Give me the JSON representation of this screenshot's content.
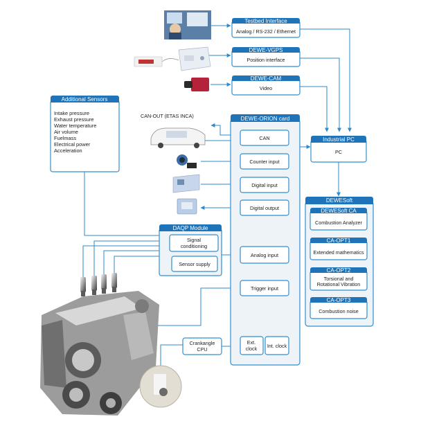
{
  "colors": {
    "accent": "#1f73b8",
    "line": "#2e8bc9",
    "panel": "#eef3f8"
  },
  "testbed": {
    "title": "Testbed Interface",
    "body": "Analog / RS-232 / Ethernet"
  },
  "vgps": {
    "title": "DEWE-VGPS",
    "body": "Position interface"
  },
  "cam": {
    "title": "DEWE-CAM",
    "body": "Video"
  },
  "sensors": {
    "title": "Additional Sensors",
    "items": [
      "Intake pressure",
      "Exhaust pressure",
      "Water temperature",
      "Air volume",
      "Fuelmass",
      "Electrical power",
      "Acceleration"
    ]
  },
  "canout": "CAN-OUT (ETAS INCA)",
  "orion": {
    "title": "DEWE-ORION card",
    "can": "CAN",
    "counter": "Counter input",
    "digital_in": "Digital input",
    "digital_out": "Digital output",
    "analog_in": "Analog input",
    "trigger": "Trigger input",
    "ext_clock": [
      "Ext.",
      "clock"
    ],
    "int_clock": "Int. clock"
  },
  "pc": {
    "title": "Industrial PC",
    "body": "PC"
  },
  "dewesoft": {
    "title": "DEWESoft",
    "modules": [
      {
        "title": "DEWESoft CA",
        "body": [
          "Combustion Analyzer"
        ]
      },
      {
        "title": "CA-OPT1",
        "body": [
          "Extended mathematics"
        ]
      },
      {
        "title": "CA-OPT2",
        "body": [
          "Torsional and",
          "Rotational Vibration"
        ]
      },
      {
        "title": "CA-OPT3",
        "body": [
          "Combustion noise"
        ]
      }
    ]
  },
  "daqp": {
    "title": "DAQP Module",
    "signal": [
      "Signal",
      "conditioning"
    ],
    "supply": "Sensor supply"
  },
  "crank": [
    "Crankangle",
    "CPU"
  ],
  "icons": [
    "testbed-photo",
    "display-unit",
    "gps-module",
    "video-camera",
    "test-vehicle",
    "counter-sensor",
    "digital-io-device",
    "relay-module",
    "pressure-sensor",
    "engine",
    "crank-sensor-closeup"
  ]
}
